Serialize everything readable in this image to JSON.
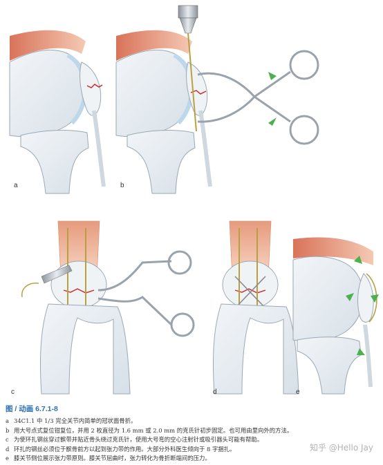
{
  "panels": [
    {
      "letter": "a"
    },
    {
      "letter": "b"
    },
    {
      "letter": "c"
    },
    {
      "letter": "d"
    },
    {
      "letter": "e"
    }
  ],
  "caption": {
    "title": "图 / 动画 6.7.1-8",
    "items": [
      {
        "key": "a",
        "text": "34C1.1 中 1/3 完全关节内简单的冠状面骨折。"
      },
      {
        "key": "b",
        "text": "用大号点式复位钳复位，并用 2 枚直径为 1.6 mm 或 2.0 mm 的克氏针初步固定。也可用由里向外的方法。"
      },
      {
        "key": "c",
        "text": "为使环扎钢丝穿过髌带并贴近骨头绕过克氏针，使用大号弯的空心注射针或吸引器头可能有帮助。"
      },
      {
        "key": "d",
        "text": "环扎的钢丝必须位于髌骨前方以起到张力带的作用。大部分外科医生倾向于 8 字捆扎。"
      },
      {
        "key": "e",
        "text": "膝关节侧位展示张力带原则。膝关节屈曲时，张力转化为骨折断端间的压力。"
      }
    ]
  },
  "watermark": "知乎 @Hello Jay",
  "colors": {
    "caption_title": "#2a6fb5",
    "muscle": "#e8a080",
    "bone_outline": "#8a9aa8",
    "cartilage": "#bcd8ea",
    "fracture": "#cc2222",
    "arrow": "#4caf50",
    "wire": "#b8a040"
  }
}
